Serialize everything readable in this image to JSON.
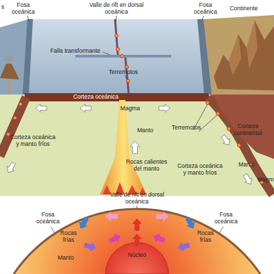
{
  "diagram": {
    "labels": [
      "s",
      "Fosa oceánica",
      "Valle de rift en dorsal oceánica",
      "Fosa oceánica",
      "Continente",
      "Falla transformante",
      "Terremotos",
      "Corteza oceánica",
      "Magma",
      "Corteza continental",
      "Terremotos",
      "Corteza oceánica y manto fríos",
      "Manto",
      "Rocas calientes del manto",
      "Corteza oceánica y manto fríos",
      "Manto",
      "Magm",
      "Valle de rift en dorsal oceánica",
      "Fosa oceánica",
      "Fosa oceánica",
      "Rocas frías",
      "Rocas frías",
      "Manto",
      "Núcleo"
    ]
  }
}
